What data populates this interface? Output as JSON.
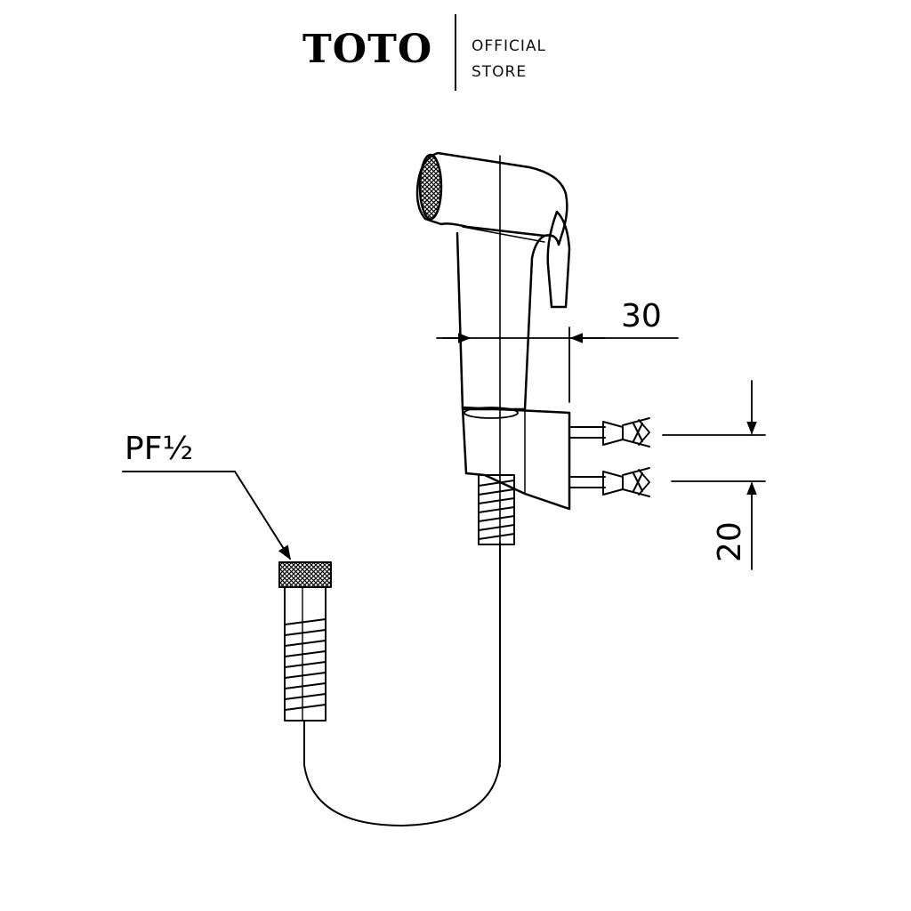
{
  "brand": {
    "name": "TOTO",
    "sub_line1": "OFFICIAL",
    "sub_line2": "STORE"
  },
  "drawing": {
    "label_thread": "PF½",
    "label_width": "30",
    "label_spacing": "20"
  }
}
